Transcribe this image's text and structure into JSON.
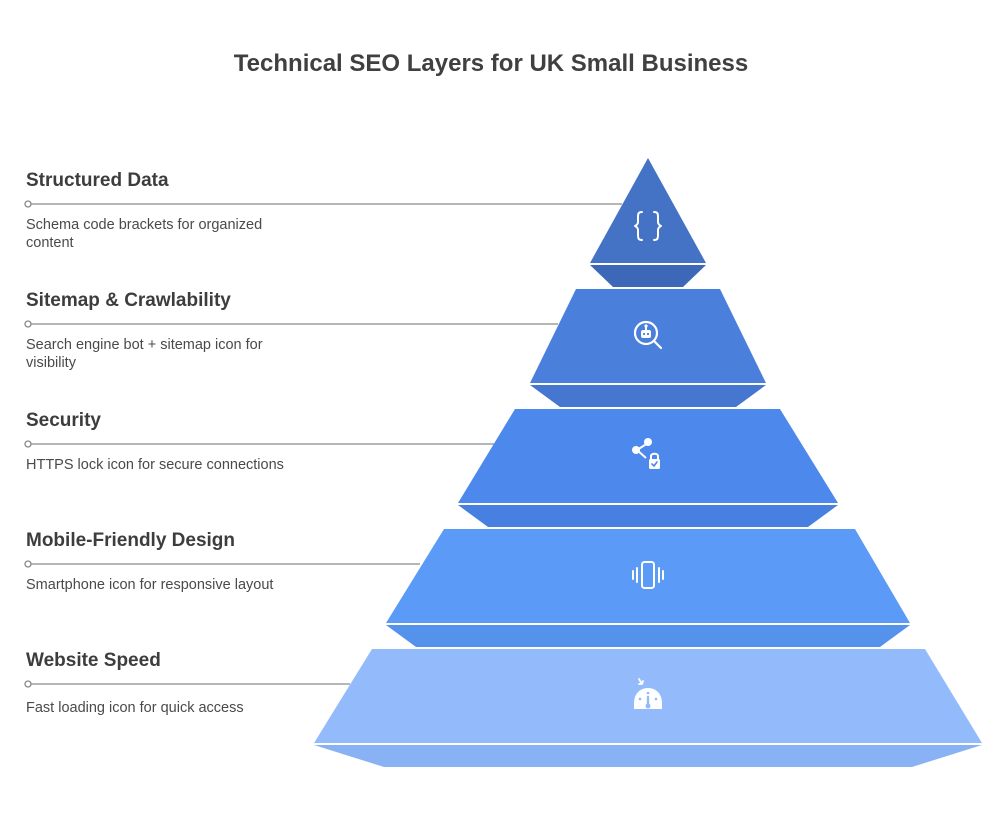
{
  "title": "Technical SEO Layers for UK Small Business",
  "colors": {
    "layer1": "#4472c4",
    "layer2": "#4a7fdc",
    "layer3": "#4d88ed",
    "layer4": "#5b9af7",
    "layer5": "#93bbfb",
    "text": "#3d3d3d",
    "connector": "#8a8a8a"
  },
  "layers": [
    {
      "title": "Structured Data",
      "desc": "Schema code brackets for organized content",
      "icon": "curly-braces-icon"
    },
    {
      "title": "Sitemap & Crawlability",
      "desc": "Search engine bot + sitemap icon for visibility",
      "icon": "search-bot-icon"
    },
    {
      "title": "Security",
      "desc": "HTTPS lock icon for secure connections",
      "icon": "share-lock-icon"
    },
    {
      "title": "Mobile-Friendly Design",
      "desc": "Smartphone icon for responsive layout",
      "icon": "vibrating-phone-icon"
    },
    {
      "title": "Website Speed",
      "desc": "Fast loading icon for quick access",
      "icon": "speedometer-icon"
    }
  ]
}
